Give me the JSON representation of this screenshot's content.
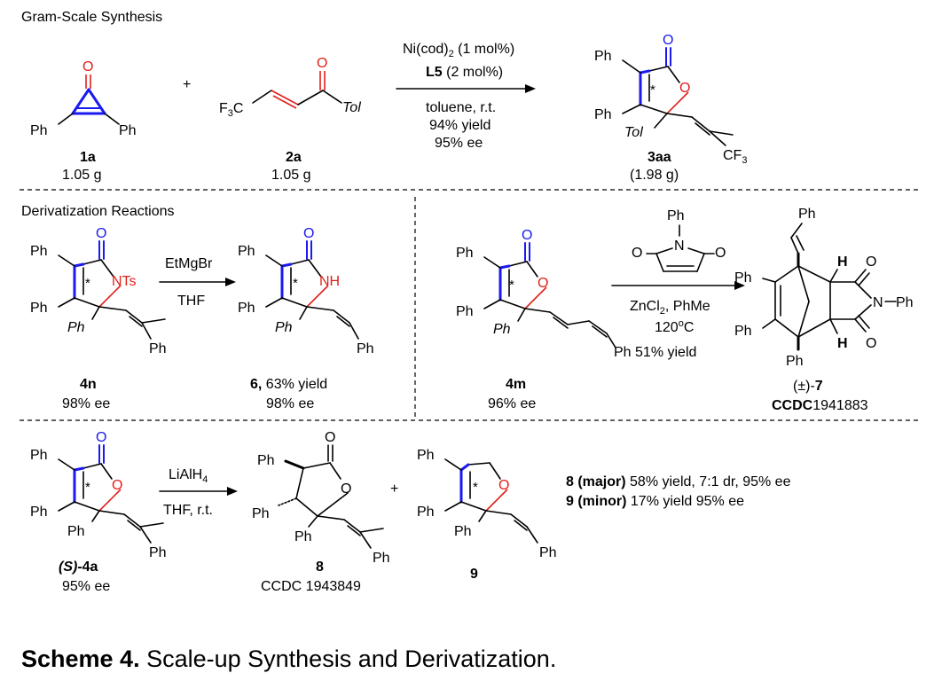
{
  "section_titles": {
    "gram_scale": "Gram-Scale Synthesis",
    "derivatization": "Derivatization Reactions"
  },
  "atoms": {
    "ph": "Ph",
    "o": "O",
    "n": "N",
    "f3c": "F",
    "cf3": "CF",
    "tol": "Tol",
    "nts": "NTs",
    "nh": "NH",
    "star": "*",
    "h": "H",
    "three": "3"
  },
  "reaction1": {
    "plus": "+",
    "catalyst": "Ni(cod)",
    "catalyst_sub": "2",
    "catalyst_load": " (1 mol%)",
    "ligand": "L5",
    "ligand_load": " (2 mol%)",
    "solvent": "toluene, r.t.",
    "yield": "94% yield",
    "ee": "95% ee",
    "c1a_label": "1a",
    "c1a_mass": "1.05 g",
    "c2a_label": "2a",
    "c2a_mass": "1.05 g",
    "c3aa_label": "3aa",
    "c3aa_mass": "(1.98 g)"
  },
  "reaction2": {
    "reagent": "EtMgBr",
    "solvent": "THF",
    "c4n_label": "4n",
    "c4n_ee": "98% ee",
    "c6_label": "6,",
    "c6_yield": " 63% yield",
    "c6_ee": "98% ee"
  },
  "reaction3": {
    "reagent_line": "ZnCl",
    "reagent_sub": "2",
    "reagent_rest": ", PhMe",
    "temp": "120",
    "temp_sup": "o",
    "temp_unit": "C",
    "yield": " 51% yield",
    "c4m_label": "4m",
    "c4m_ee": "96% ee",
    "c7_prefix": "(±)-",
    "c7_label": "7",
    "ccdc_prefix": "CCDC",
    "ccdc_number": "1941883"
  },
  "reaction4": {
    "reagent": "LiAlH",
    "reagent_sub": "4",
    "conditions": "THF, r.t.",
    "plus": "+",
    "c4a_prefix": "(S)-",
    "c4a_label": "4a",
    "c4a_ee": "95% ee",
    "c8_label": "8",
    "c8_ccdc": "CCDC 1943849",
    "c9_label": "9",
    "result1_label": "8 (major)",
    "result1_text": " 58% yield, 7:1 dr, 95% ee",
    "result2_label": "9 (minor)",
    "result2_text": " 17% yield  95% ee"
  },
  "caption": {
    "label": "Scheme 4.",
    "text": " Scale-up Synthesis and Derivatization."
  },
  "colors": {
    "highlight_blue": "#1a1af0",
    "highlight_red": "#e0201b",
    "text": "#000000"
  }
}
